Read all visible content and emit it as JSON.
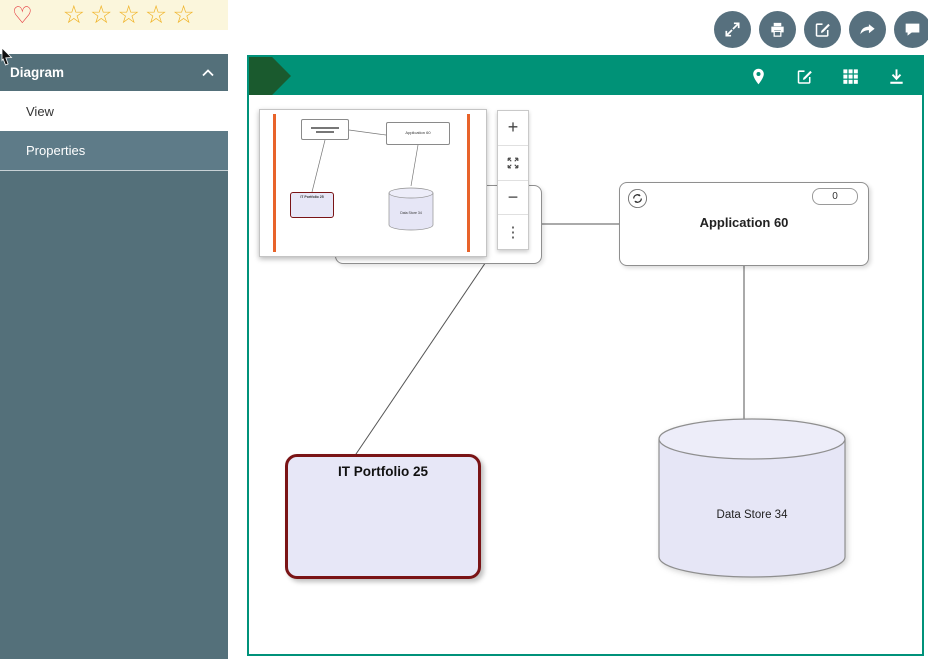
{
  "colors": {
    "accent_teal": "#009277",
    "canvas_border": "#00927a",
    "toolbar_slate": "#57707e",
    "sidebar_dark": "#54707a",
    "sidebar_properties": "#5e7b88",
    "maroon_border": "#7a1416",
    "lavender_fill": "#e7e7f7",
    "lane_orange": "#e8632a",
    "star_gold": "#f0b429",
    "heart_red": "#e5383d",
    "flag_green": "#1a5a2e"
  },
  "sidebar": {
    "favorites_bar": {
      "heart_glyph": "♡",
      "heart_icon": "heart-icon",
      "star_glyph": "☆",
      "star_icon": "star-icon",
      "star_count": 5
    },
    "diagram_header": {
      "label": "Diagram",
      "collapse_icon": "chevron-up-icon"
    },
    "items": [
      {
        "label": "View"
      },
      {
        "label": "Properties"
      }
    ]
  },
  "window_toolbar": {
    "buttons": [
      {
        "icon": "fullscreen-icon"
      },
      {
        "icon": "print-icon"
      },
      {
        "icon": "edit-icon"
      },
      {
        "icon": "share-icon"
      },
      {
        "icon": "comment-icon"
      }
    ]
  },
  "diagram_toolbar": {
    "icons": [
      {
        "icon": "location-pin-icon"
      },
      {
        "icon": "edit-icon"
      },
      {
        "icon": "grid-icon"
      },
      {
        "icon": "download-icon"
      }
    ]
  },
  "zoom_toolbar": {
    "zoom_in": "+",
    "fit_icon": "fit-view-icon",
    "zoom_out": "−",
    "more": "⋮"
  },
  "diagram": {
    "nodes": {
      "application60": {
        "label": "Application 60",
        "badge": "0",
        "type": "application"
      },
      "it_portfolio25": {
        "label": "IT Portfolio 25",
        "type": "portfolio"
      },
      "data_store34": {
        "label": "Data Store 34",
        "type": "datastore"
      }
    }
  }
}
